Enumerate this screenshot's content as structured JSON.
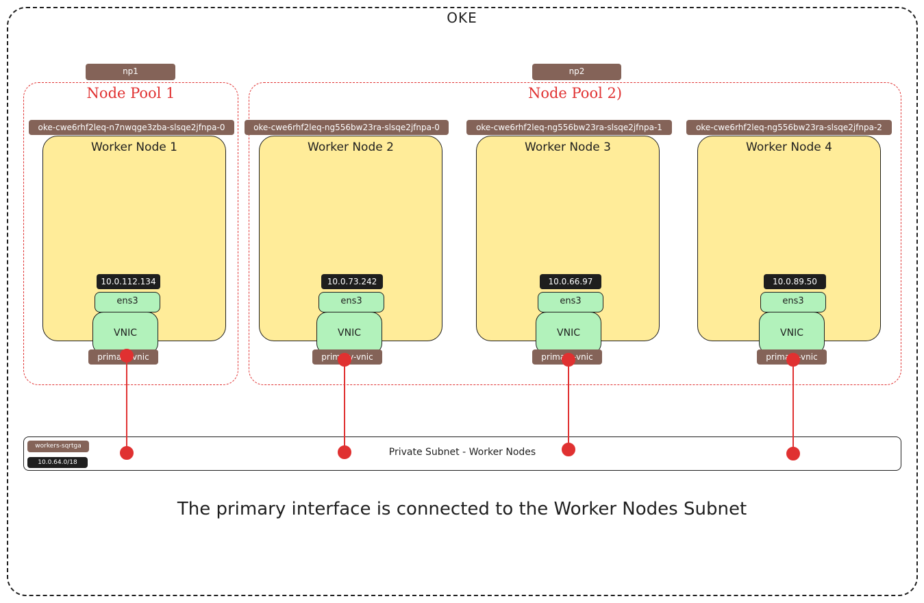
{
  "cluster": {
    "title": "OKE"
  },
  "node_pools": [
    {
      "tag": "np1",
      "title": "Node Pool 1"
    },
    {
      "tag": "np2",
      "title": "Node Pool 2)"
    }
  ],
  "nodes": [
    {
      "hostname": "oke-cwe6rhf2leq-n7nwqge3zba-slsqe2jfnpa-0",
      "title": "Worker Node 1",
      "ip": "10.0.112.134",
      "interface": "ens3",
      "vnic": "VNIC",
      "vnic_tag": "primary-vnic"
    },
    {
      "hostname": "oke-cwe6rhf2leq-ng556bw23ra-slsqe2jfnpa-0",
      "title": "Worker Node 2",
      "ip": "10.0.73.242",
      "interface": "ens3",
      "vnic": "VNIC",
      "vnic_tag": "primary-vnic"
    },
    {
      "hostname": "oke-cwe6rhf2leq-ng556bw23ra-slsqe2jfnpa-1",
      "title": "Worker Node 3",
      "ip": "10.0.66.97",
      "interface": "ens3",
      "vnic": "VNIC",
      "vnic_tag": "primary-vnic"
    },
    {
      "hostname": "oke-cwe6rhf2leq-ng556bw23ra-slsqe2jfnpa-2",
      "title": "Worker Node 4",
      "ip": "10.0.89.50",
      "interface": "ens3",
      "vnic": "VNIC",
      "vnic_tag": "primary-vnic"
    }
  ],
  "subnet": {
    "name": "workers-sqrtga",
    "cidr": "10.0.64.0/18",
    "label": "Private Subnet - Worker Nodes"
  },
  "caption": "The primary interface is connected to the Worker Nodes Subnet",
  "colors": {
    "pool_border": "#e03131",
    "tag_bg": "#846358",
    "node_fill": "#ffec99",
    "vnic_fill": "#b2f2bb",
    "connector": "#e03131",
    "ip_bg": "#1e1e1e"
  }
}
